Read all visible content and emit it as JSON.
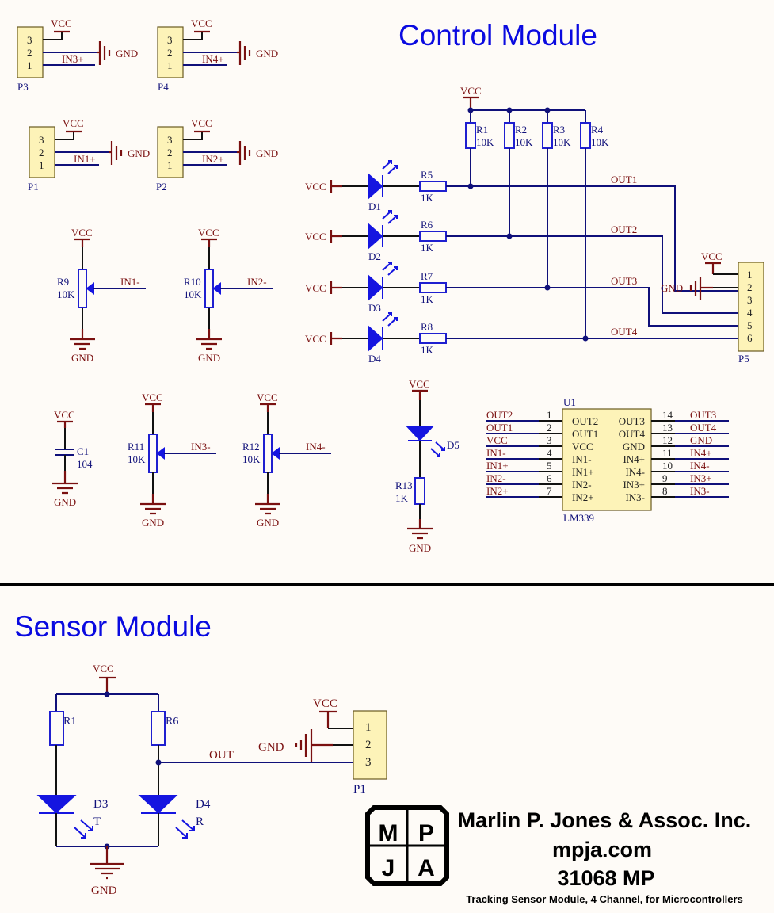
{
  "titles": {
    "control": "Control Module",
    "sensor": "Sensor Module"
  },
  "nets": {
    "vcc": "VCC",
    "gnd": "GND"
  },
  "control": {
    "input_connectors": [
      {
        "ref": "P3",
        "pins": [
          "3",
          "2",
          "1"
        ],
        "signal": "IN3+"
      },
      {
        "ref": "P4",
        "pins": [
          "3",
          "2",
          "1"
        ],
        "signal": "IN4+"
      },
      {
        "ref": "P1",
        "pins": [
          "3",
          "2",
          "1"
        ],
        "signal": "IN1+"
      },
      {
        "ref": "P2",
        "pins": [
          "3",
          "2",
          "1"
        ],
        "signal": "IN2+"
      }
    ],
    "pots": [
      {
        "ref": "R9",
        "value": "10K",
        "signal": "IN1-"
      },
      {
        "ref": "R10",
        "value": "10K",
        "signal": "IN2-"
      },
      {
        "ref": "R11",
        "value": "10K",
        "signal": "IN3-"
      },
      {
        "ref": "R12",
        "value": "10K",
        "signal": "IN4-"
      }
    ],
    "capacitor": {
      "ref": "C1",
      "value": "104"
    },
    "pullups": [
      {
        "ref": "R1",
        "value": "10K"
      },
      {
        "ref": "R2",
        "value": "10K"
      },
      {
        "ref": "R3",
        "value": "10K"
      },
      {
        "ref": "R4",
        "value": "10K"
      }
    ],
    "led_channels": [
      {
        "led": "D1",
        "res": "R5",
        "value": "1K",
        "out": "OUT1"
      },
      {
        "led": "D2",
        "res": "R6",
        "value": "1K",
        "out": "OUT2"
      },
      {
        "led": "D3",
        "res": "R7",
        "value": "1K",
        "out": "OUT3"
      },
      {
        "led": "D4",
        "res": "R8",
        "value": "1K",
        "out": "OUT4"
      }
    ],
    "output_connector": {
      "ref": "P5",
      "pins": [
        "1",
        "2",
        "3",
        "4",
        "5",
        "6"
      ]
    },
    "power_led": {
      "led": "D5",
      "res": "R13",
      "value": "1K"
    },
    "ic": {
      "ref": "U1",
      "part": "LM339",
      "left_pins": [
        {
          "num": "1",
          "name": "OUT2",
          "net": "OUT2"
        },
        {
          "num": "2",
          "name": "OUT1",
          "net": "OUT1"
        },
        {
          "num": "3",
          "name": "VCC",
          "net": "VCC"
        },
        {
          "num": "4",
          "name": "IN1-",
          "net": "IN1-"
        },
        {
          "num": "5",
          "name": "IN1+",
          "net": "IN1+"
        },
        {
          "num": "6",
          "name": "IN2-",
          "net": "IN2-"
        },
        {
          "num": "7",
          "name": "IN2+",
          "net": "IN2+"
        }
      ],
      "right_pins": [
        {
          "num": "14",
          "name": "OUT3",
          "net": "OUT3"
        },
        {
          "num": "13",
          "name": "OUT4",
          "net": "OUT4"
        },
        {
          "num": "12",
          "name": "GND",
          "net": "GND"
        },
        {
          "num": "11",
          "name": "IN4+",
          "net": "IN4+"
        },
        {
          "num": "10",
          "name": "IN4-",
          "net": "IN4-"
        },
        {
          "num": "9",
          "name": "IN3+",
          "net": "IN3+"
        },
        {
          "num": "8",
          "name": "IN3-",
          "net": "IN3-"
        }
      ]
    }
  },
  "sensor": {
    "r_left": "R1",
    "r_right": "R6",
    "d_left": "D3",
    "d_left_tag": "T",
    "d_right": "D4",
    "d_right_tag": "R",
    "out": "OUT",
    "connector": {
      "ref": "P1",
      "pins": [
        "1",
        "2",
        "3"
      ]
    }
  },
  "logo": {
    "letters": [
      "M",
      "P",
      "J",
      "A"
    ],
    "company": "Marlin P. Jones & Assoc. Inc.",
    "website": "mpja.com",
    "part_no": "31068 MP",
    "description": "Tracking Sensor Module, 4 Channel, for Microcontrollers"
  }
}
